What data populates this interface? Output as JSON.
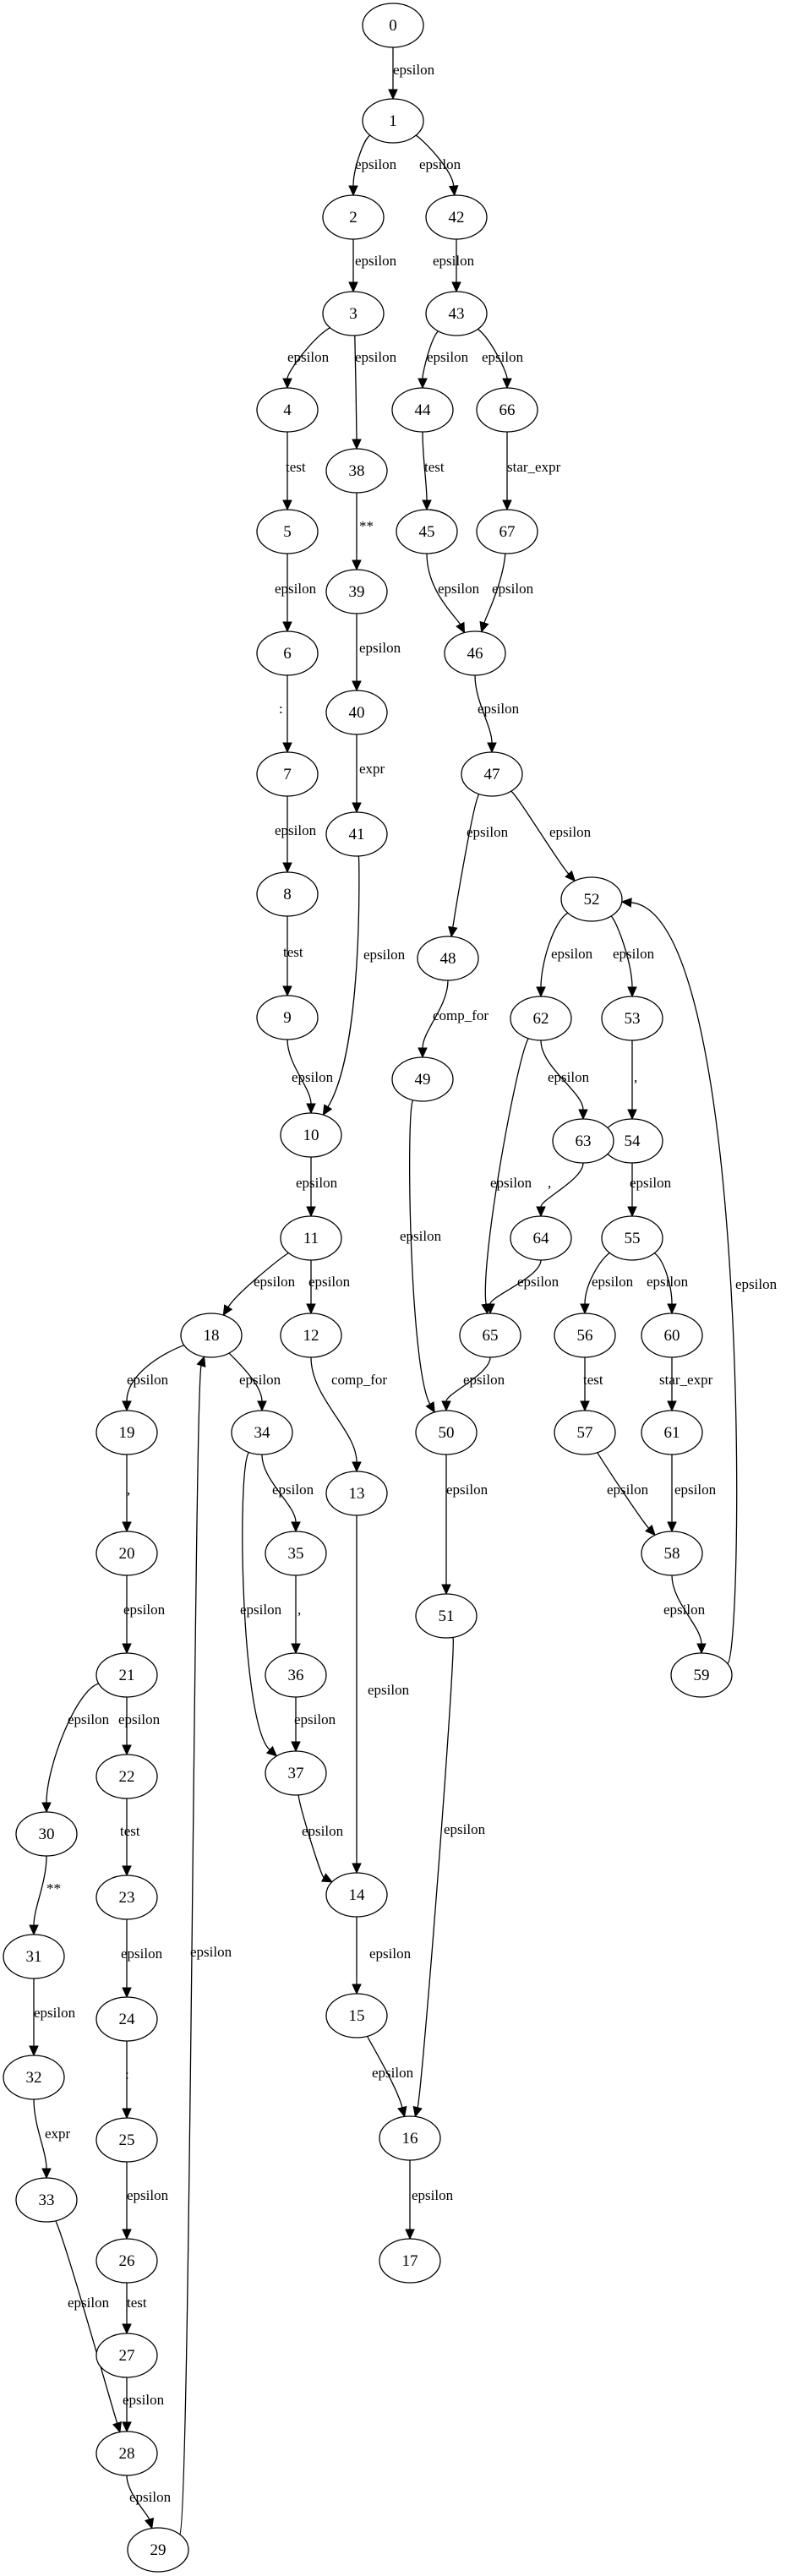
{
  "nodes": [
    "0",
    "1",
    "2",
    "3",
    "4",
    "5",
    "6",
    "7",
    "8",
    "9",
    "10",
    "11",
    "12",
    "13",
    "14",
    "15",
    "16",
    "17",
    "18",
    "19",
    "20",
    "21",
    "22",
    "23",
    "24",
    "25",
    "26",
    "27",
    "28",
    "29",
    "30",
    "31",
    "32",
    "33",
    "34",
    "35",
    "36",
    "37",
    "38",
    "39",
    "40",
    "41",
    "42",
    "43",
    "44",
    "45",
    "46",
    "47",
    "48",
    "49",
    "50",
    "51",
    "52",
    "53",
    "54",
    "55",
    "56",
    "57",
    "58",
    "59",
    "60",
    "61",
    "62",
    "63",
    "64",
    "65",
    "66",
    "67"
  ],
  "edges": [
    {
      "from": "0",
      "to": "1",
      "label": "epsilon"
    },
    {
      "from": "1",
      "to": "2",
      "label": "epsilon"
    },
    {
      "from": "1",
      "to": "42",
      "label": "epsilon"
    },
    {
      "from": "2",
      "to": "3",
      "label": "epsilon"
    },
    {
      "from": "3",
      "to": "4",
      "label": "epsilon"
    },
    {
      "from": "3",
      "to": "38",
      "label": "epsilon"
    },
    {
      "from": "4",
      "to": "5",
      "label": "test"
    },
    {
      "from": "5",
      "to": "6",
      "label": "epsilon"
    },
    {
      "from": "6",
      "to": "7",
      "label": ":"
    },
    {
      "from": "7",
      "to": "8",
      "label": "epsilon"
    },
    {
      "from": "8",
      "to": "9",
      "label": "test"
    },
    {
      "from": "9",
      "to": "10",
      "label": "epsilon"
    },
    {
      "from": "38",
      "to": "39",
      "label": "**"
    },
    {
      "from": "39",
      "to": "40",
      "label": "epsilon"
    },
    {
      "from": "40",
      "to": "41",
      "label": "expr"
    },
    {
      "from": "41",
      "to": "10",
      "label": "epsilon"
    },
    {
      "from": "10",
      "to": "11",
      "label": "epsilon"
    },
    {
      "from": "11",
      "to": "18",
      "label": "epsilon"
    },
    {
      "from": "11",
      "to": "12",
      "label": "epsilon"
    },
    {
      "from": "12",
      "to": "13",
      "label": "comp_for"
    },
    {
      "from": "13",
      "to": "14",
      "label": "epsilon"
    },
    {
      "from": "18",
      "to": "19",
      "label": "epsilon"
    },
    {
      "from": "18",
      "to": "34",
      "label": "epsilon"
    },
    {
      "from": "19",
      "to": "20",
      "label": ","
    },
    {
      "from": "20",
      "to": "21",
      "label": "epsilon"
    },
    {
      "from": "21",
      "to": "30",
      "label": "epsilon"
    },
    {
      "from": "21",
      "to": "22",
      "label": "epsilon"
    },
    {
      "from": "22",
      "to": "23",
      "label": "test"
    },
    {
      "from": "23",
      "to": "24",
      "label": "epsilon"
    },
    {
      "from": "24",
      "to": "25",
      "label": ":"
    },
    {
      "from": "25",
      "to": "26",
      "label": "epsilon"
    },
    {
      "from": "26",
      "to": "27",
      "label": "test"
    },
    {
      "from": "27",
      "to": "28",
      "label": "epsilon"
    },
    {
      "from": "28",
      "to": "29",
      "label": "epsilon"
    },
    {
      "from": "29",
      "to": "18",
      "label": "epsilon"
    },
    {
      "from": "30",
      "to": "31",
      "label": "**"
    },
    {
      "from": "31",
      "to": "32",
      "label": "epsilon"
    },
    {
      "from": "32",
      "to": "33",
      "label": "expr"
    },
    {
      "from": "33",
      "to": "28",
      "label": "epsilon"
    },
    {
      "from": "34",
      "to": "35",
      "label": "epsilon"
    },
    {
      "from": "34",
      "to": "37",
      "label": "epsilon"
    },
    {
      "from": "35",
      "to": "36",
      "label": ","
    },
    {
      "from": "36",
      "to": "37",
      "label": "epsilon"
    },
    {
      "from": "37",
      "to": "14",
      "label": "epsilon"
    },
    {
      "from": "14",
      "to": "15",
      "label": "epsilon"
    },
    {
      "from": "15",
      "to": "16",
      "label": "epsilon"
    },
    {
      "from": "16",
      "to": "17",
      "label": "epsilon"
    },
    {
      "from": "42",
      "to": "43",
      "label": "epsilon"
    },
    {
      "from": "43",
      "to": "44",
      "label": "epsilon"
    },
    {
      "from": "43",
      "to": "66",
      "label": "epsilon"
    },
    {
      "from": "44",
      "to": "45",
      "label": "test"
    },
    {
      "from": "45",
      "to": "46",
      "label": "epsilon"
    },
    {
      "from": "66",
      "to": "67",
      "label": "star_expr"
    },
    {
      "from": "67",
      "to": "46",
      "label": "epsilon"
    },
    {
      "from": "46",
      "to": "47",
      "label": "epsilon"
    },
    {
      "from": "47",
      "to": "48",
      "label": "epsilon"
    },
    {
      "from": "47",
      "to": "52",
      "label": "epsilon"
    },
    {
      "from": "48",
      "to": "49",
      "label": "comp_for"
    },
    {
      "from": "49",
      "to": "50",
      "label": "epsilon"
    },
    {
      "from": "52",
      "to": "62",
      "label": "epsilon"
    },
    {
      "from": "52",
      "to": "53",
      "label": "epsilon"
    },
    {
      "from": "62",
      "to": "63",
      "label": "epsilon"
    },
    {
      "from": "62",
      "to": "65",
      "label": "epsilon"
    },
    {
      "from": "63",
      "to": "64",
      "label": ","
    },
    {
      "from": "64",
      "to": "65",
      "label": "epsilon"
    },
    {
      "from": "65",
      "to": "50",
      "label": "epsilon"
    },
    {
      "from": "53",
      "to": "54",
      "label": ","
    },
    {
      "from": "54",
      "to": "55",
      "label": "epsilon"
    },
    {
      "from": "55",
      "to": "56",
      "label": "epsilon"
    },
    {
      "from": "55",
      "to": "60",
      "label": "epsilon"
    },
    {
      "from": "56",
      "to": "57",
      "label": "test"
    },
    {
      "from": "57",
      "to": "58",
      "label": "epsilon"
    },
    {
      "from": "60",
      "to": "61",
      "label": "star_expr"
    },
    {
      "from": "61",
      "to": "58",
      "label": "epsilon"
    },
    {
      "from": "58",
      "to": "59",
      "label": "epsilon"
    },
    {
      "from": "59",
      "to": "52",
      "label": "epsilon"
    },
    {
      "from": "50",
      "to": "51",
      "label": "epsilon"
    },
    {
      "from": "51",
      "to": "16",
      "label": "epsilon"
    }
  ]
}
